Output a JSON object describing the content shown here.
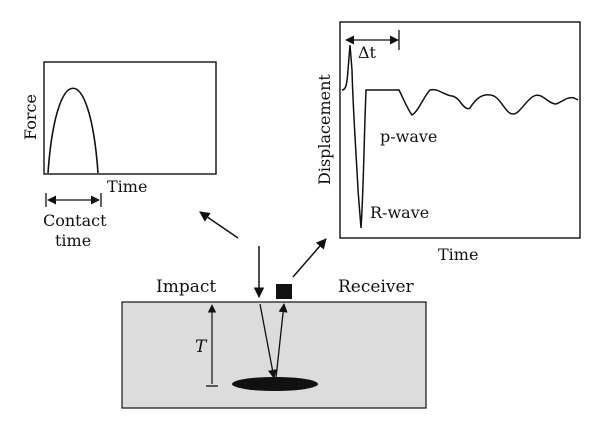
{
  "force_plot": {
    "y_label": "Force",
    "x_label": "Time",
    "contact_label_line1": "Contact",
    "contact_label_line2": "time"
  },
  "displacement_plot": {
    "y_label": "Displacement",
    "x_label": "Time",
    "delta_label": "Δt",
    "p_wave_label": "p-wave",
    "r_wave_label": "R-wave"
  },
  "specimen": {
    "impact_label": "Impact",
    "receiver_label": "Receiver",
    "thickness_label": "T"
  },
  "colors": {
    "specimen_fill": "#dcdcdc",
    "ink": "#111111"
  }
}
